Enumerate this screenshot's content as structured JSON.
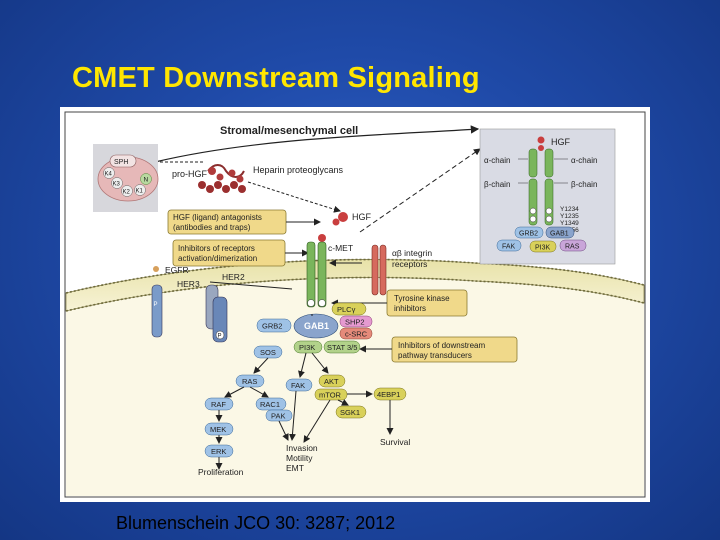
{
  "slide": {
    "title": "CMET Downstream Signaling",
    "citation": "Blumenschein JCO 30: 3287; 2012"
  },
  "figure": {
    "cell_label": "Stromal/mesenchymal cell",
    "hgf_domains": [
      "SPH",
      "K4",
      "K3",
      "N",
      "K2",
      "K1"
    ],
    "pro_hgf": "pro-HGF",
    "heparin": "Heparin proteoglycans",
    "hgf": "HGF",
    "cmet": "c-MET",
    "integrin": [
      "αβ integrin",
      "receptors"
    ],
    "egfr": "EGFR",
    "her2": "HER2",
    "her3": "HER3",
    "antagonists_box": [
      "HGF (ligand) antagonists",
      "(antibodies and traps)"
    ],
    "inhibitors_receptors_box": [
      "Inhibitors of receptors",
      "activation/dimerization"
    ],
    "tki_box": [
      "Tyrosine kinase",
      "inhibitors"
    ],
    "downstream_box": [
      "Inhibitors of downstream",
      "pathway transducers"
    ],
    "p_label": "P",
    "nodes": {
      "plc": "PLCγ",
      "shp2": "SHP2",
      "csrc": "c-SRC",
      "grb2": "GRB2",
      "gab1": "GAB1",
      "pi3k": "PI3K",
      "stat": "STAT 3/5",
      "sos": "SOS",
      "ras": "RAS",
      "fak": "FAK",
      "akt": "AKT",
      "mtor": "mTOR",
      "ebp1": "4EBP1",
      "raf": "RAF",
      "rac1": "RAC1",
      "pak": "PAK",
      "sgk1": "SGK1",
      "mek": "MEK",
      "erk": "ERK"
    },
    "outcomes": {
      "proliferation": "Proliferation",
      "invasion": "Invasion",
      "motility": "Motility",
      "emt": "EMT",
      "survival": "Survival"
    },
    "inset": {
      "hgf": "HGF",
      "alpha_left": "α-chain",
      "beta_left": "β-chain",
      "alpha_right": "α-chain",
      "beta_right": "β-chain",
      "sites": [
        "Y1234",
        "Y1235",
        "Y1349",
        "Y1356"
      ],
      "grb2": "GRB2",
      "gab1": "GAB1",
      "fak": "FAK",
      "pi3k": "PI3K",
      "ras": "RAS"
    }
  }
}
